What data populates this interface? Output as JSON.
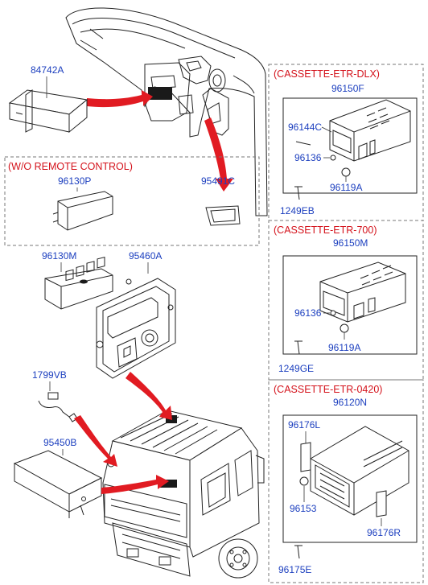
{
  "sections": {
    "remote": "(W/O REMOTE CONTROL)",
    "dlx": "(CASSETTE-ETR-DLX)",
    "etr700": "(CASSETTE-ETR-700)",
    "etr0420": "(CASSETTE-ETR-0420)"
  },
  "parts": {
    "p84742A": "84742A",
    "p96130P": "96130P",
    "p95491C": "95491C",
    "p96130M": "96130M",
    "p95460A": "95460A",
    "p1799VB": "1799VB",
    "p95450B": "95450B",
    "dlx_96150F": "96150F",
    "dlx_96144C": "96144C",
    "dlx_96136": "96136",
    "dlx_96119A": "96119A",
    "dlx_1249EB": "1249EB",
    "e700_96150M": "96150M",
    "e700_96136": "96136",
    "e700_96119A": "96119A",
    "e700_1249GE": "1249GE",
    "e420_96120N": "96120N",
    "e420_96176L": "96176L",
    "e420_96153": "96153",
    "e420_96176R": "96176R",
    "e420_96175E": "96175E"
  },
  "colors": {
    "label": "#1c3fbf",
    "section": "#d4121b",
    "arrow": "#e11b22"
  }
}
